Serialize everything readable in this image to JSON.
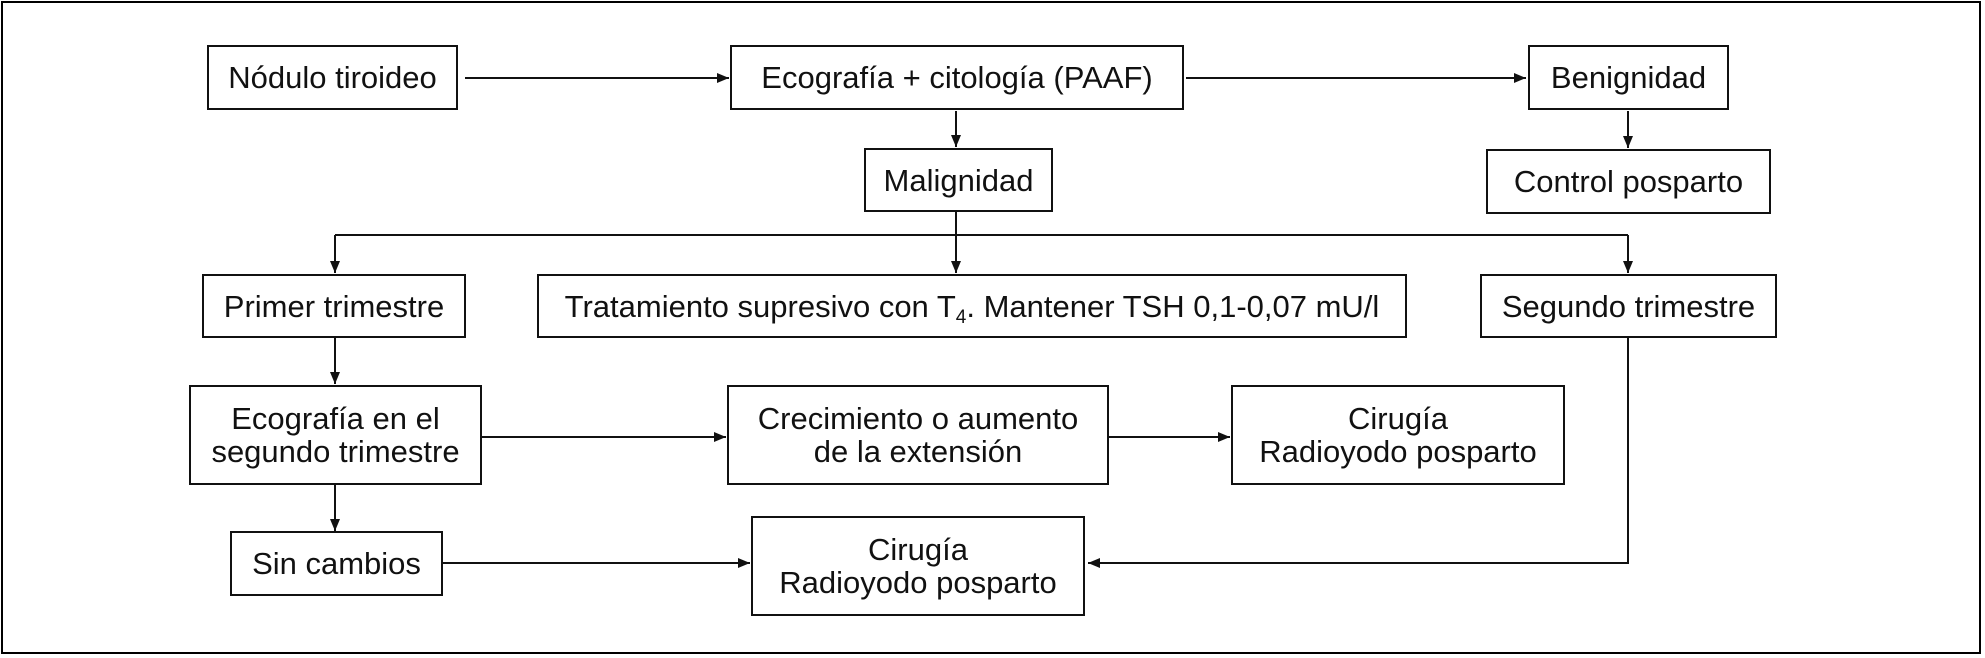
{
  "diagram": {
    "nodes": {
      "nodulo": "Nódulo tiroideo",
      "eco_citologia": "Ecografía + citología (PAAF)",
      "benignidad": "Benignidad",
      "malignidad": "Malignidad",
      "control_posparto": "Control posparto",
      "primer_trimestre": "Primer trimestre",
      "tratamiento": {
        "before": "Tratamiento supresivo con T",
        "subscript": "4",
        "after": ". Mantener TSH 0,1-0,07 mU/l"
      },
      "segundo_trimestre": "Segundo trimestre",
      "eco_segundo": [
        "Ecografía en el",
        "segundo trimestre"
      ],
      "crecimiento": [
        "Crecimiento o aumento",
        "de la extensión"
      ],
      "cirugia_1": [
        "Cirugía",
        "Radioyodo posparto"
      ],
      "sin_cambios": "Sin cambios",
      "cirugia_2": [
        "Cirugía",
        "Radioyodo posparto"
      ]
    },
    "edges": [
      [
        "nodulo",
        "eco_citologia"
      ],
      [
        "eco_citologia",
        "benignidad"
      ],
      [
        "eco_citologia",
        "malignidad"
      ],
      [
        "benignidad",
        "control_posparto"
      ],
      [
        "malignidad",
        "primer_trimestre"
      ],
      [
        "malignidad",
        "tratamiento"
      ],
      [
        "malignidad",
        "segundo_trimestre"
      ],
      [
        "primer_trimestre",
        "eco_segundo"
      ],
      [
        "eco_segundo",
        "crecimiento"
      ],
      [
        "crecimiento",
        "cirugia_1"
      ],
      [
        "eco_segundo",
        "sin_cambios"
      ],
      [
        "sin_cambios",
        "cirugia_2"
      ],
      [
        "segundo_trimestre",
        "cirugia_2"
      ]
    ]
  }
}
